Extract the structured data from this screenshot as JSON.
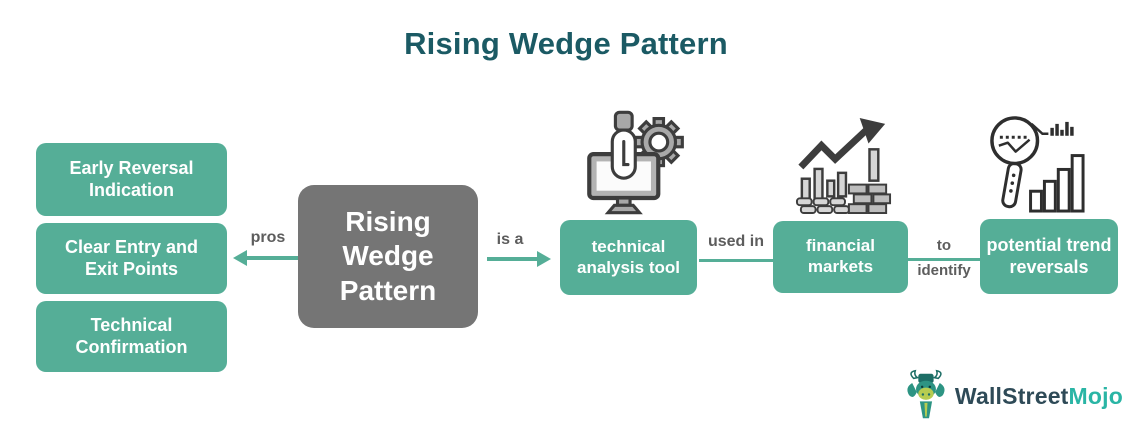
{
  "title": "Rising Wedge Pattern",
  "center_box": {
    "label": "Rising Wedge Pattern"
  },
  "pros_group": {
    "connector_label": "pros",
    "items": [
      {
        "label": "Early Reversal Indication"
      },
      {
        "label": "Clear Entry and Exit Points"
      },
      {
        "label": "Technical Confirmation"
      }
    ]
  },
  "flow": {
    "is_a_label": "is a",
    "used_in_label": "used in",
    "to_label": "to",
    "identify_label": "identify",
    "steps": [
      {
        "label": "technical analysis tool",
        "icon": "monitor-screwdriver-gear-icon"
      },
      {
        "label": "financial markets",
        "icon": "rising-chart-coins-icon"
      },
      {
        "label": "potential trend reversals",
        "icon": "magnifier-bar-chart-icon"
      }
    ]
  },
  "logo": {
    "brand_primary": "WallStreet",
    "brand_accent": "Mojo"
  },
  "colors": {
    "box_teal": "#55ae97",
    "box_gray": "#757575",
    "title_teal": "#1b5a64",
    "connector_label_gray": "#5d5d5d",
    "icon_dark": "#3d3d3d",
    "icon_gray_fill": "#a8a8a8",
    "logo_navy": "#2e4a57",
    "logo_teal": "#2ab5a5",
    "logo_bull_green": "#2d9483",
    "logo_bull_lime": "#b6cc51"
  }
}
